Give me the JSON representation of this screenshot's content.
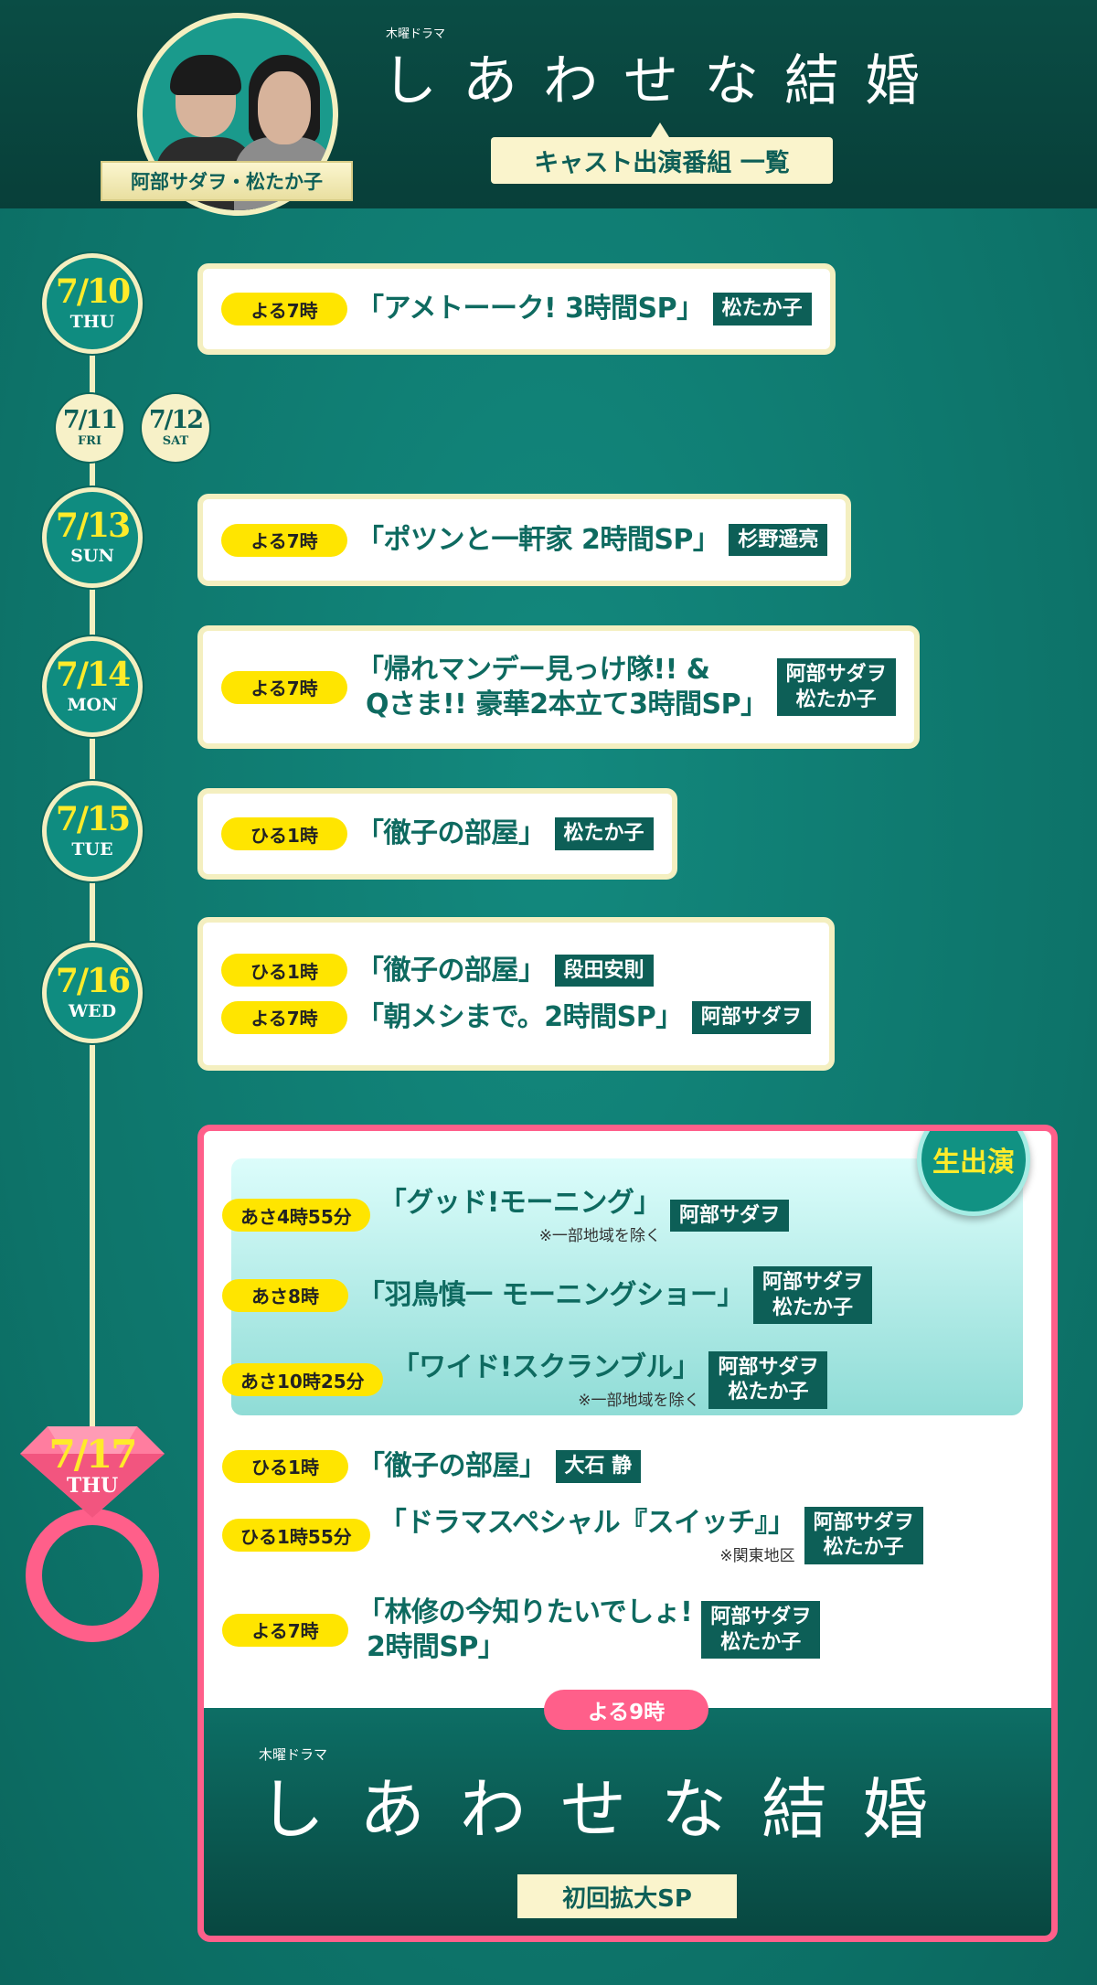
{
  "header": {
    "cast_names": "阿部サダヲ・松たか子",
    "drama_label": "木曜ドラマ",
    "drama_title": "しあわせな結婚",
    "subtitle": "キャスト出演番組 一覧"
  },
  "days": [
    {
      "date": "7/10",
      "weekday": "THU",
      "programs": [
        {
          "time": "よる7時",
          "title": "「アメトーーク! 3時間SP」",
          "cast": "松たか子"
        }
      ]
    },
    {
      "date": "7/11",
      "weekday": "FRI",
      "programs": []
    },
    {
      "date": "7/12",
      "weekday": "SAT",
      "programs": []
    },
    {
      "date": "7/13",
      "weekday": "SUN",
      "programs": [
        {
          "time": "よる7時",
          "title": "「ポツンと一軒家 2時間SP」",
          "cast": "杉野遥亮"
        }
      ]
    },
    {
      "date": "7/14",
      "weekday": "MON",
      "programs": [
        {
          "time": "よる7時",
          "title": "「帰れマンデー見っけ隊!! &\n Qさま!! 豪華2本立て3時間SP」",
          "cast": "阿部サダヲ\n松たか子"
        }
      ]
    },
    {
      "date": "7/15",
      "weekday": "TUE",
      "programs": [
        {
          "time": "ひる1時",
          "title": "「徹子の部屋」",
          "cast": "松たか子"
        }
      ]
    },
    {
      "date": "7/16",
      "weekday": "WED",
      "programs": [
        {
          "time": "ひる1時",
          "title": "「徹子の部屋」",
          "cast": "段田安則"
        },
        {
          "time": "よる7時",
          "title": "「朝メシまで。2時間SP」",
          "cast": "阿部サダヲ"
        }
      ]
    }
  ],
  "special_day": {
    "date": "7/17",
    "weekday": "THU",
    "live_badge": "生出演",
    "programs": [
      {
        "time": "あさ4時55分",
        "title": "「グッド!モーニング」",
        "note": "※一部地域を除く",
        "cast": "阿部サダヲ"
      },
      {
        "time": "あさ8時",
        "title": "「羽鳥慎一 モーニングショー」",
        "cast": "阿部サダヲ\n松たか子"
      },
      {
        "time": "あさ10時25分",
        "title": "「ワイド!スクランブル」",
        "note": "※一部地域を除く",
        "cast": "阿部サダヲ\n松たか子"
      },
      {
        "time": "ひる1時",
        "title": "「徹子の部屋」",
        "cast": "大石 静"
      },
      {
        "time": "ひる1時55分",
        "title": "「ドラマスペシャル『スイッチ』」",
        "note": "※関東地区",
        "cast": "阿部サダヲ\n松たか子"
      },
      {
        "time": "よる7時",
        "title": "「林修の今知りたいでしょ!\n 2時間SP」",
        "cast": "阿部サダヲ\n松たか子"
      }
    ],
    "premiere": {
      "time": "よる9時",
      "drama_label": "木曜ドラマ",
      "drama_title": "しあわせな結婚",
      "tag": "初回拡大SP"
    }
  },
  "colors": {
    "teal": "#0f7d73",
    "dark": "#0a4d45",
    "cream": "#f4efc0",
    "yellow": "#ffe500",
    "pink": "#ff5f8a",
    "cast_bg": "#0d5f57"
  }
}
